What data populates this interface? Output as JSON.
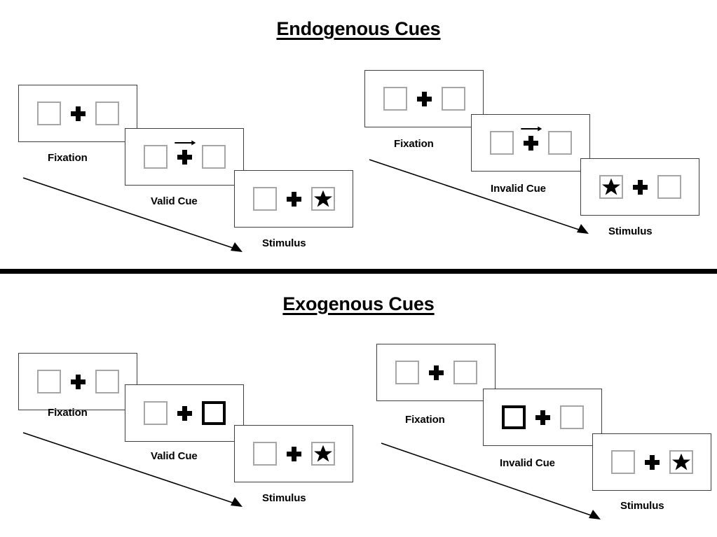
{
  "figure": {
    "sections": [
      {
        "id": "endogenous",
        "title": "Endogenous Cues",
        "sequences": [
          {
            "id": "endogenous-valid",
            "condition": "valid",
            "panels": [
              {
                "stage": "fixation",
                "caption": "Fixation",
                "left_box": "empty",
                "right_box": "empty",
                "center": "plus",
                "cue": "none"
              },
              {
                "stage": "cue",
                "caption": "Valid Cue",
                "left_box": "empty",
                "right_box": "empty",
                "center": "plus",
                "cue": "arrow-right"
              },
              {
                "stage": "stimulus",
                "caption": "Stimulus",
                "left_box": "empty",
                "right_box": "star",
                "center": "plus",
                "cue": "none"
              }
            ]
          },
          {
            "id": "endogenous-invalid",
            "condition": "invalid",
            "panels": [
              {
                "stage": "fixation",
                "caption": "Fixation",
                "left_box": "empty",
                "right_box": "empty",
                "center": "plus",
                "cue": "none"
              },
              {
                "stage": "cue",
                "caption": "Invalid Cue",
                "left_box": "empty",
                "right_box": "empty",
                "center": "plus",
                "cue": "arrow-right"
              },
              {
                "stage": "stimulus",
                "caption": "Stimulus",
                "left_box": "star",
                "right_box": "empty",
                "center": "plus",
                "cue": "none"
              }
            ]
          }
        ]
      },
      {
        "id": "exogenous",
        "title": "Exogenous Cues",
        "sequences": [
          {
            "id": "exogenous-valid",
            "condition": "valid",
            "panels": [
              {
                "stage": "fixation",
                "caption": "Fixation",
                "left_box": "empty",
                "right_box": "empty",
                "center": "plus",
                "cue": "none"
              },
              {
                "stage": "cue",
                "caption": "Valid Cue",
                "left_box": "empty",
                "right_box": "highlighted",
                "center": "plus",
                "cue": "box-flash-right"
              },
              {
                "stage": "stimulus",
                "caption": "Stimulus",
                "left_box": "empty",
                "right_box": "star",
                "center": "plus",
                "cue": "none"
              }
            ]
          },
          {
            "id": "exogenous-invalid",
            "condition": "invalid",
            "panels": [
              {
                "stage": "fixation",
                "caption": "Fixation",
                "left_box": "empty",
                "right_box": "empty",
                "center": "plus",
                "cue": "none"
              },
              {
                "stage": "cue",
                "caption": "Invalid Cue",
                "left_box": "highlighted",
                "right_box": "empty",
                "center": "plus",
                "cue": "box-flash-left"
              },
              {
                "stage": "stimulus",
                "caption": "Stimulus",
                "left_box": "empty",
                "right_box": "star",
                "center": "plus",
                "cue": "none"
              }
            ]
          }
        ]
      }
    ],
    "colors": {
      "background": "#ffffff",
      "frame_border": "#3f3f3f",
      "box_border": "#a6a6a6",
      "cued_box_border": "#000000",
      "ink": "#000000"
    }
  }
}
